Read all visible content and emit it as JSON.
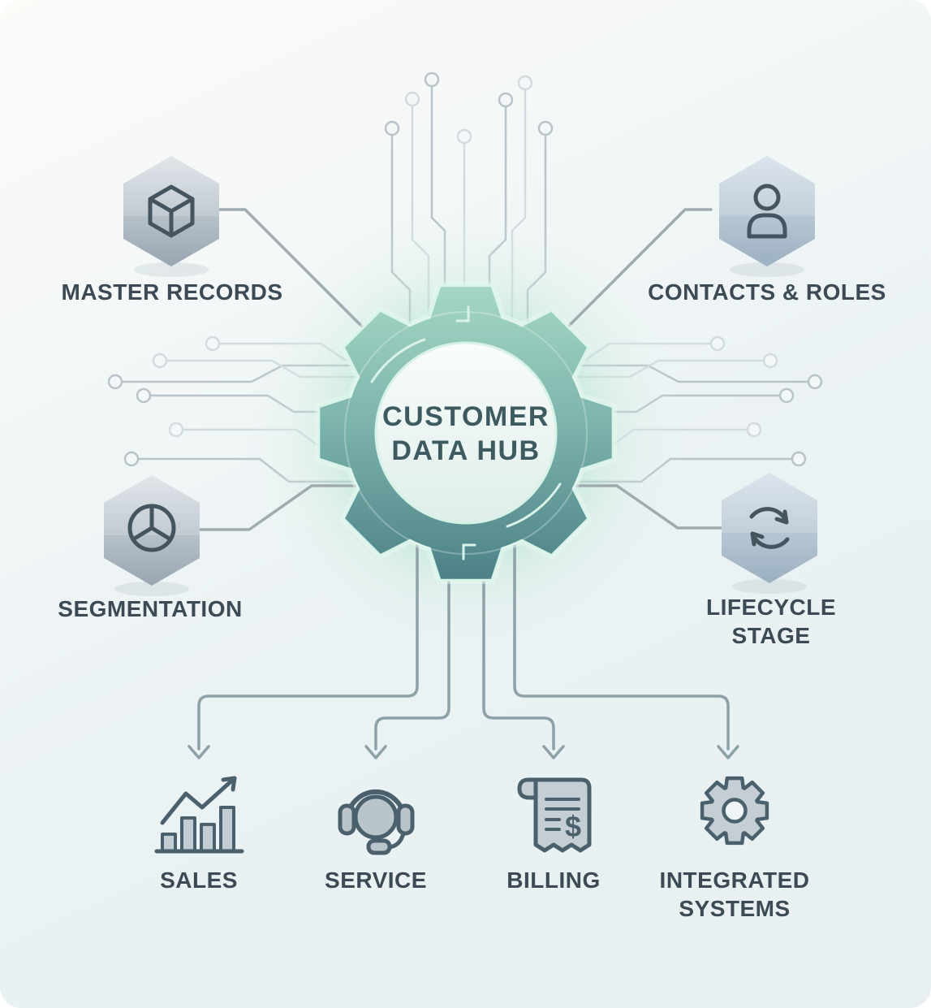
{
  "hub": {
    "label": "CUSTOMER DATA HUB",
    "lines": [
      "CUSTOMER",
      "DATA HUB"
    ]
  },
  "satellites": [
    {
      "id": "master-records",
      "label": "MASTER RECORDS",
      "icon": "cube-icon"
    },
    {
      "id": "contacts-roles",
      "label": "CONTACTS & ROLES",
      "icon": "person-icon"
    },
    {
      "id": "segmentation",
      "label": "SEGMENTATION",
      "icon": "pie-chart-icon"
    },
    {
      "id": "lifecycle-stage",
      "label": "LIFECYCLE STAGE",
      "lines": [
        "LIFECYCLE",
        "STAGE"
      ],
      "icon": "cycle-arrows-icon"
    }
  ],
  "outputs": [
    {
      "id": "sales",
      "label": "SALES",
      "icon": "growth-chart-icon"
    },
    {
      "id": "service",
      "label": "SERVICE",
      "icon": "headset-icon"
    },
    {
      "id": "billing",
      "label": "BILLING",
      "icon": "receipt-icon"
    },
    {
      "id": "integrated-systems",
      "label": "INTEGRATED SYSTEMS",
      "lines": [
        "INTEGRATED",
        "SYSTEMS"
      ],
      "icon": "gear-icon"
    }
  ],
  "colors": {
    "hub_teal_dark": "#4c8187",
    "hub_mint_glow": "#a9ddc9",
    "hub_text": "#3d5a60",
    "label_text": "#3b4a54",
    "badge_top": "#d8dee4",
    "badge_bottom": "#9aa7b3",
    "trace_gray": "#b9c4ca",
    "connector_gray": "#8da1a7"
  }
}
